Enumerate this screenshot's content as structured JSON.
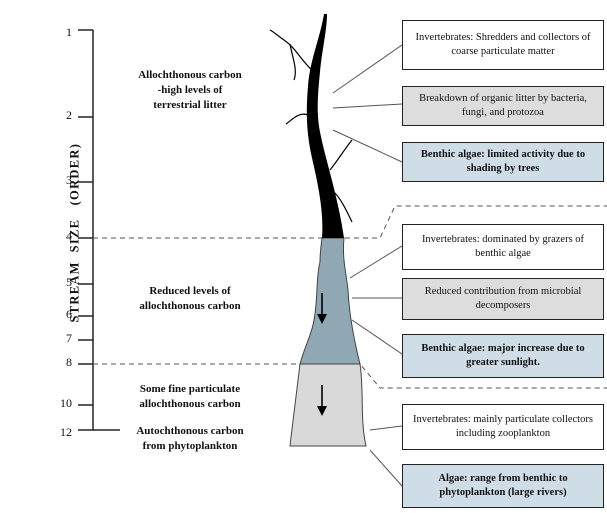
{
  "axis": {
    "label": "STREAM  SIZE   (ORDER)",
    "ticks": [
      "1",
      "2",
      "3",
      "4",
      "5",
      "6",
      "7",
      "8",
      "10",
      "12"
    ]
  },
  "zones": [
    {
      "lines": [
        "Allochthonous carbon",
        "-high levels of",
        "terrestrial litter"
      ]
    },
    {
      "lines": [
        "Reduced levels of",
        "allochthonous carbon"
      ]
    },
    {
      "lines": [
        "Some fine particulate",
        "allochthonous carbon",
        "",
        "Autochthonous carbon",
        "from phytoplankton"
      ]
    }
  ],
  "boxes": [
    {
      "text": "Invertebrates: Shredders and collectors of coarse particulate matter",
      "style": "white"
    },
    {
      "text": "Breakdown of organic litter by bacteria, fungi, and protozoa",
      "style": "grey"
    },
    {
      "text": "Benthic algae: limited activity due to shading by trees",
      "style": "blue"
    },
    {
      "text": "Invertebrates: dominated by grazers of benthic algae",
      "style": "white"
    },
    {
      "text": "Reduced contribution from microbial decomposers",
      "style": "grey"
    },
    {
      "text": "Benthic algae: major increase due to greater sunlight.",
      "style": "blue"
    },
    {
      "text": "Invertebrates: mainly particulate collectors including zooplankton",
      "style": "white"
    },
    {
      "text": "Algae: range from benthic to phytoplankton (large rivers)",
      "style": "blue"
    }
  ],
  "colors": {
    "headwater": "#000000",
    "midreach": "#8fa8b3",
    "largeriver": "#d9d9d9",
    "box_blue": "#cfdde6",
    "box_grey": "#dddddd"
  }
}
